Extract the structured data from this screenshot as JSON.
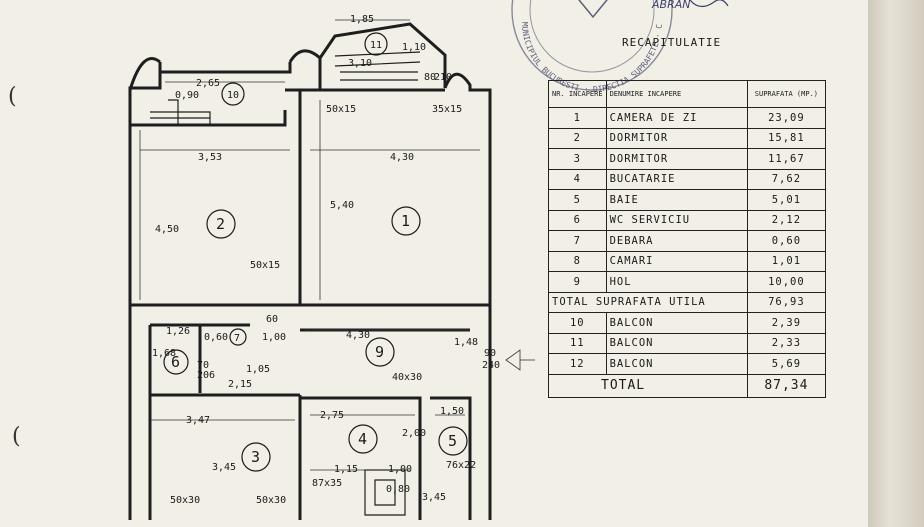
{
  "recap": {
    "title": "RECAPITULATIE",
    "headers": [
      "NR. INCAPERE",
      "DENUMIRE INCAPERE",
      "SUPRAFATA (MP.)"
    ],
    "rows": [
      {
        "nr": "1",
        "name": "CAMERA DE ZI",
        "area": "23,09"
      },
      {
        "nr": "2",
        "name": "DORMITOR",
        "area": "15,81"
      },
      {
        "nr": "3",
        "name": "DORMITOR",
        "area": "11,67"
      },
      {
        "nr": "4",
        "name": "BUCATARIE",
        "area": "7,62"
      },
      {
        "nr": "5",
        "name": "BAIE",
        "area": "5,01"
      },
      {
        "nr": "6",
        "name": "WC SERVICIU",
        "area": "2,12"
      },
      {
        "nr": "7",
        "name": "DEBARA",
        "area": "0,60"
      },
      {
        "nr": "8",
        "name": "CAMARI",
        "area": "1,01"
      },
      {
        "nr": "9",
        "name": "HOL",
        "area": "10,00"
      }
    ],
    "total_util_label": "TOTAL SUPRAFATA UTILA",
    "total_util_value": "76,93",
    "balcony_rows": [
      {
        "nr": "10",
        "name": "BALCON",
        "area": "2,39"
      },
      {
        "nr": "11",
        "name": "BALCON",
        "area": "2,33"
      },
      {
        "nr": "12",
        "name": "BALCON",
        "area": "5,69"
      }
    ],
    "total_label": "TOTAL",
    "total_value": "87,34"
  },
  "stamp": {
    "text": "MUNICIPIUL BUCURESTI · DIRECTIA SUPRAFETE · CARTOGRAFIE",
    "signature": "ABRAN"
  },
  "plan": {
    "rooms": [
      "1",
      "2",
      "3",
      "4",
      "5",
      "6",
      "7",
      "9",
      "10",
      "11"
    ],
    "dims": {
      "d185": "1,85",
      "d310": "3,10",
      "d110": "1,10",
      "d265": "2,65",
      "d090": "0,90",
      "d353": "3,53",
      "d430a": "4,30",
      "d450": "4,50",
      "d540": "5,40",
      "d50x15a": "50x15",
      "d50x15b": "50x15",
      "d35x15": "35x15",
      "d430b": "4,30",
      "d126": "1,26",
      "d060": "0,60",
      "d100": "1,00",
      "d168a": "1,68",
      "d148": "1,48",
      "d215": "2,15",
      "d105": "1,05",
      "d347": "3,47",
      "d275": "2,75",
      "d345": "3,45",
      "d345b": "3,45",
      "d200": "2,00",
      "d150": "1,50",
      "d115": "1,15",
      "d100b": "1,00",
      "d080": "0,80",
      "d50x30a": "50x30",
      "d50x30b": "50x30",
      "d40x30": "40x30",
      "d87x35": "87x35",
      "d76x22": "76x22",
      "door70": "70",
      "door206": "206",
      "door90": "90",
      "door240": "240",
      "door80": "80",
      "door60": "60",
      "door210": "210"
    }
  }
}
